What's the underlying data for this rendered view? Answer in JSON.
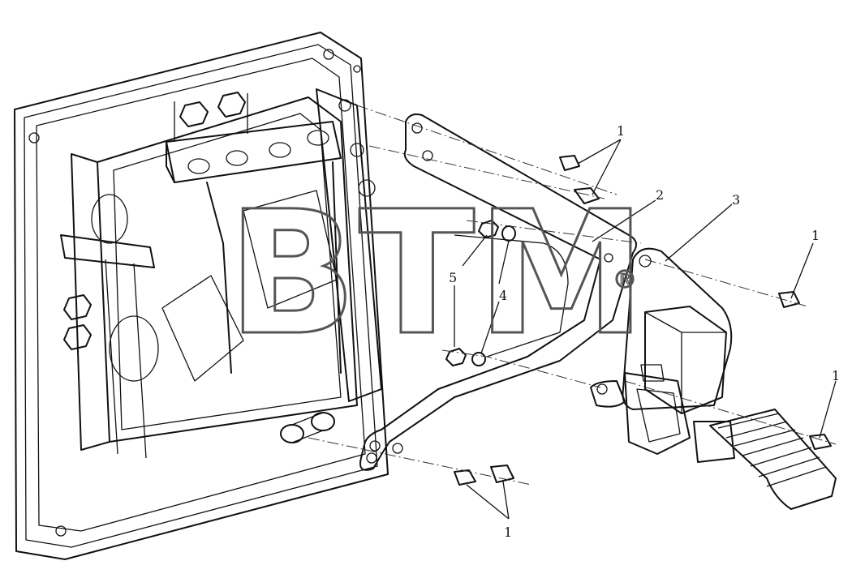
{
  "diagram": {
    "watermark": "BTM",
    "watermark_mark": "®",
    "callouts": [
      {
        "id": "c1a",
        "label": "1"
      },
      {
        "id": "c2",
        "label": "2"
      },
      {
        "id": "c3",
        "label": "3"
      },
      {
        "id": "c1b",
        "label": "1"
      },
      {
        "id": "c5",
        "label": "5"
      },
      {
        "id": "c4",
        "label": "4"
      },
      {
        "id": "c1c",
        "label": "1"
      },
      {
        "id": "c1d",
        "label": "1"
      }
    ]
  }
}
